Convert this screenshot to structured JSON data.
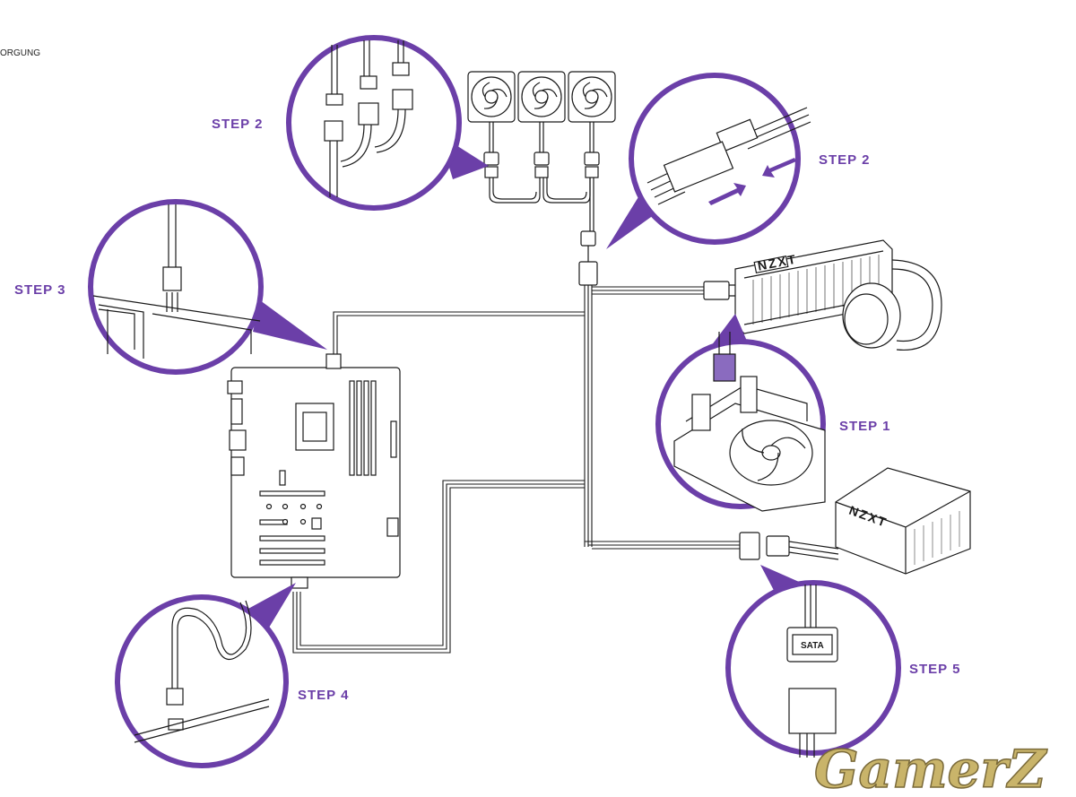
{
  "header": {
    "corner_text": "ORGUNG"
  },
  "steps": {
    "step2_fans": "STEP 2",
    "step2_connector": "STEP 2",
    "step3": "STEP 3",
    "step1": "STEP 1",
    "step4": "STEP 4",
    "step5": "STEP 5"
  },
  "labels": {
    "sata": "SATA",
    "radiator_brand": "NZXT",
    "psu_brand": "NZXT"
  },
  "watermark": {
    "text": "GamerZ"
  },
  "colors": {
    "accent": "#6b3fa8",
    "line": "#1a1a1a",
    "watermark_fill": "#c9b46a",
    "watermark_stroke": "#7a6a3a"
  }
}
